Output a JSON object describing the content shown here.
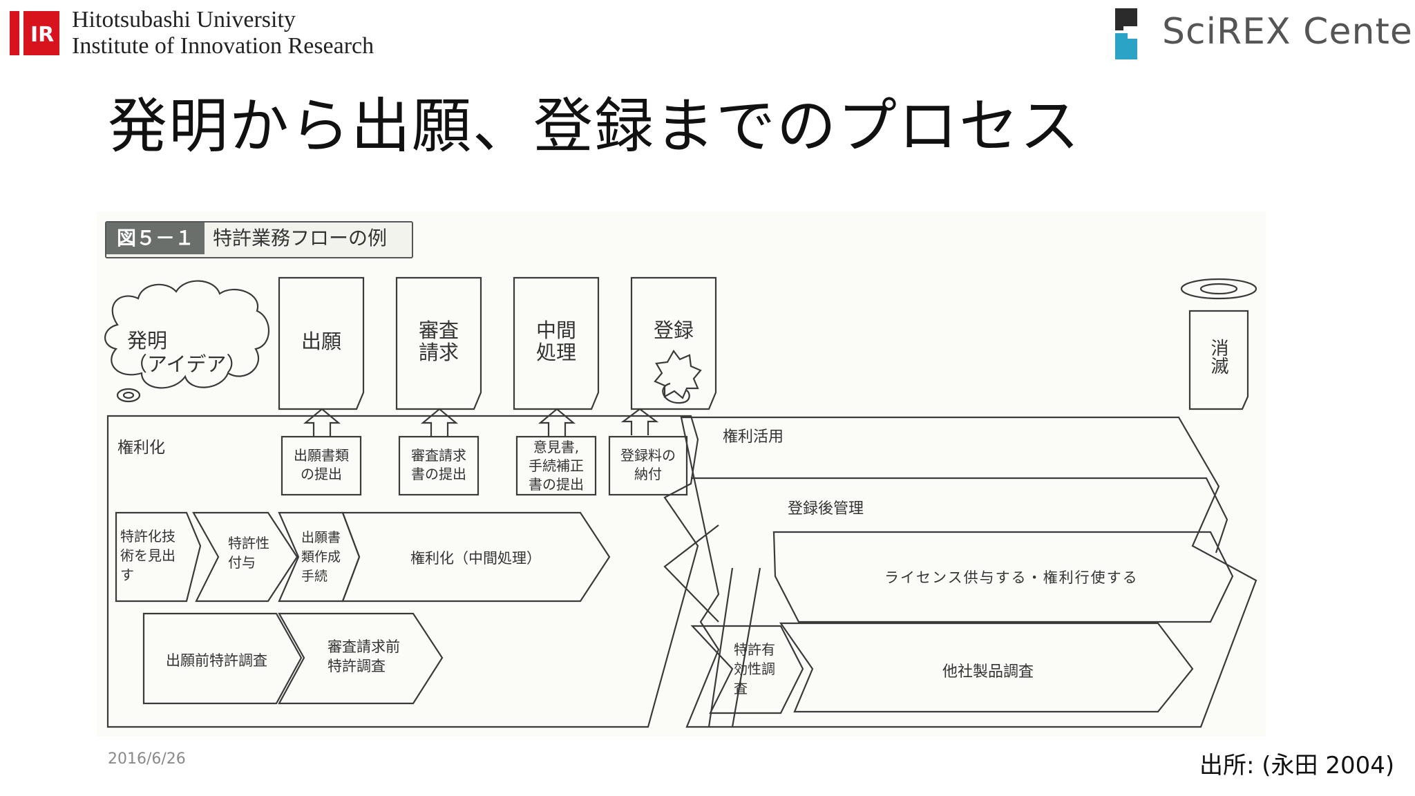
{
  "header": {
    "university_line1": "Hitotsubashi University",
    "university_line2": "Institute of Innovation Research",
    "partner_logo_text": "SciREX Center",
    "university_logo_mark": "IR"
  },
  "slide": {
    "title": "発明から出願、登録までのプロセス",
    "date": "2016/6/26",
    "source": "出所: (永田 2004)"
  },
  "figure": {
    "label_number": "図５－１",
    "label_title": "特許業務フローの例",
    "invention_cloud": [
      "発明",
      "（アイデア）"
    ],
    "stage_documents": [
      {
        "label": "出願"
      },
      {
        "label": "審査\n請求"
      },
      {
        "label": "中間\n処理"
      },
      {
        "label": "登録"
      }
    ],
    "extinction": "消滅",
    "actions": [
      {
        "label": "出願書類\nの提出"
      },
      {
        "label": "審査請求\n書の提出"
      },
      {
        "label": "意見書,\n手続補正\n書の提出"
      },
      {
        "label": "登録料の\n納付"
      }
    ],
    "section_left": "権利化",
    "section_right_top": "権利活用",
    "post_registration": "登録後管理",
    "process_arrows": [
      {
        "label": "特許化技\n術を見出\nす"
      },
      {
        "label": "特許性\n付与"
      },
      {
        "label": "出願書\n類作成\n手続"
      },
      {
        "label": "権利化（中間処理）"
      },
      {
        "label": "出願前特許調査"
      },
      {
        "label": "審査請求前\n特許調査"
      }
    ],
    "license": "ライセンス供与する・権利行使する",
    "validity_check": "特許有\n効性調\n査",
    "competitor_check": "他社製品調査"
  },
  "icons": {
    "invention": "thought-cloud-icon",
    "registration": "seal-stamp-icon",
    "extinction": "halo-icon"
  },
  "colors": {
    "logo_red": "#d7141d",
    "scirex_dark": "#2b2b2b",
    "scirex_teal": "#2aa3c6",
    "diagram_line": "#3a3a3a",
    "label_dark": "#6b6f6c"
  }
}
